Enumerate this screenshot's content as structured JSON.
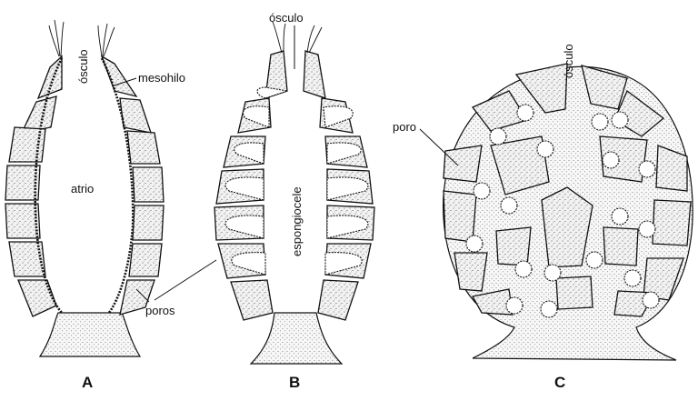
{
  "diagram": {
    "panel_a": {
      "letter": "A",
      "label_osculo": "ósculo",
      "label_mesohilo": "mesohilo",
      "label_atrio": "atrio"
    },
    "panel_b": {
      "letter": "B",
      "label_osculo": "ósculo",
      "label_espongiocele": "espongiocele"
    },
    "shared": {
      "label_poros": "poros"
    },
    "panel_c": {
      "letter": "C",
      "label_osculo": "ósculo",
      "label_poro": "poro"
    }
  }
}
